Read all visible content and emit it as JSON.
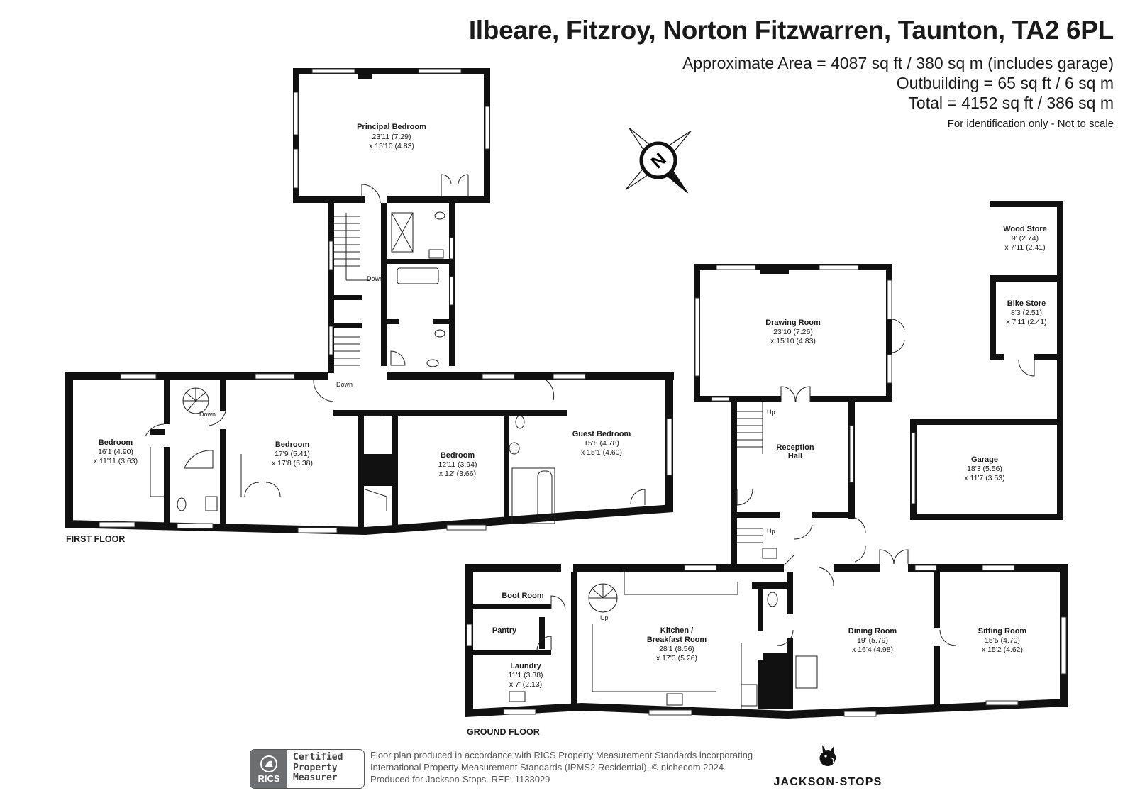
{
  "header": {
    "address": "Ilbeare, Fitzroy, Norton Fitzwarren, Taunton, TA2 6PL",
    "area_lines": [
      "Approximate Area = 4087 sq ft / 380 sq m (includes garage)",
      "Outbuilding = 65 sq ft / 6 sq m",
      "Total = 4152 sq ft / 386 sq m"
    ],
    "disclaimer": "For identification only - Not to scale"
  },
  "compass": {
    "label": "N",
    "icon": "compass-icon"
  },
  "floors": {
    "first": "FIRST FLOOR",
    "ground": "GROUND FLOOR"
  },
  "rooms": {
    "principal_bedroom": {
      "name": "Principal Bedroom",
      "dim1": "23'11 (7.29)",
      "dim2": "x 15'10 (4.83)"
    },
    "bedroom_1": {
      "name": "Bedroom",
      "dim1": "16'1 (4.90)",
      "dim2": "x 11'11 (3.63)"
    },
    "bedroom_2": {
      "name": "Bedroom",
      "dim1": "17'9 (5.41)",
      "dim2": "x 17'8 (5.38)"
    },
    "bedroom_3": {
      "name": "Bedroom",
      "dim1": "12'11 (3.94)",
      "dim2": "x 12' (3.66)"
    },
    "guest_bedroom": {
      "name": "Guest Bedroom",
      "dim1": "15'8 (4.78)",
      "dim2": "x 15'1 (4.60)"
    },
    "drawing_room": {
      "name": "Drawing Room",
      "dim1": "23'10 (7.26)",
      "dim2": "x 15'10 (4.83)"
    },
    "reception_hall": {
      "name": "Reception",
      "name2": "Hall"
    },
    "wood_store": {
      "name": "Wood Store",
      "dim1": "9' (2.74)",
      "dim2": "x 7'11 (2.41)"
    },
    "bike_store": {
      "name": "Bike Store",
      "dim1": "8'3 (2.51)",
      "dim2": "x 7'11 (2.41)"
    },
    "garage": {
      "name": "Garage",
      "dim1": "18'3 (5.56)",
      "dim2": "x 11'7 (3.53)"
    },
    "boot_room": {
      "name": "Boot Room"
    },
    "pantry": {
      "name": "Pantry"
    },
    "laundry": {
      "name": "Laundry",
      "dim1": "11'1 (3.38)",
      "dim2": "x 7' (2.13)"
    },
    "kitchen": {
      "name": "Kitchen /",
      "name2": "Breakfast Room",
      "dim1": "28'1 (8.56)",
      "dim2": "x 17'3 (5.26)"
    },
    "dining_room": {
      "name": "Dining Room",
      "dim1": "19' (5.79)",
      "dim2": "x 16'4 (4.98)"
    },
    "sitting_room": {
      "name": "Sitting Room",
      "dim1": "15'5 (4.70)",
      "dim2": "x 15'2 (4.62)"
    }
  },
  "stair_labels": {
    "down": "Down",
    "up": "Up"
  },
  "footer": {
    "rics_logo": "RICS",
    "rics_cert": [
      "Certified",
      "Property",
      "Measurer"
    ],
    "legal_lines": [
      "Floor plan produced in accordance with RICS Property Measurement Standards incorporating",
      "International Property Measurement Standards (IPMS2 Residential).  © nichecom 2024.",
      "Produced for Jackson-Stops.   REF:  1133029"
    ],
    "agent": "JACKSON-STOPS",
    "agent_icon": "fox-crest-icon"
  }
}
